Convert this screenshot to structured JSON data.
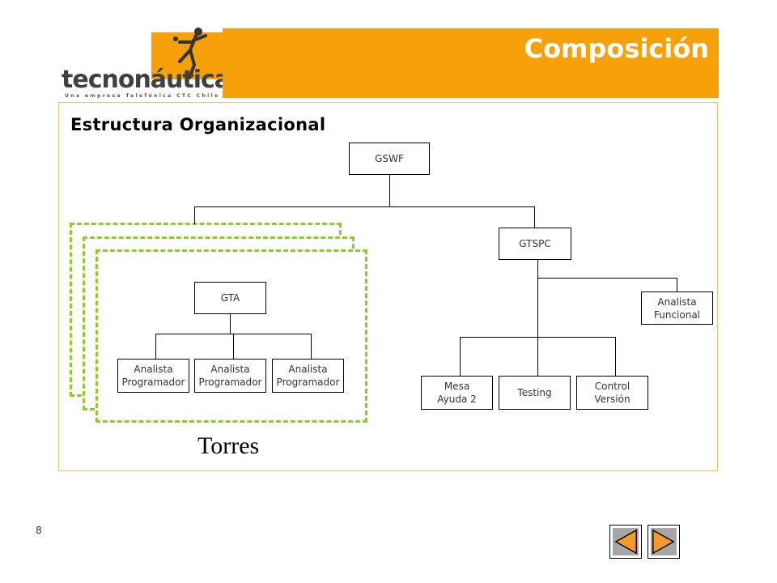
{
  "header": {
    "title": "Composición",
    "brand": "tecnonáutica",
    "tagline": "Una empresa Telefónica CTC Chile",
    "accent_color": "#f7a10a"
  },
  "subtitle": "Estructura Organizacional",
  "org_chart": {
    "root": "GSWF",
    "gta": {
      "label": "GTA",
      "children": [
        "Analista\nProgramador",
        "Analista\nProgramador",
        "Analista\nProgramador"
      ]
    },
    "gtspc": {
      "label": "GTSPC",
      "side": "Analista\nFuncional",
      "children": [
        "Mesa\nAyuda 2",
        "Testing",
        "Control\nVersión"
      ]
    },
    "group_label": "Torres",
    "group_border_color": "#8ccc2c"
  },
  "footer": {
    "page_number": "8",
    "nav": [
      "prev-arrow-icon",
      "next-arrow-icon"
    ]
  }
}
